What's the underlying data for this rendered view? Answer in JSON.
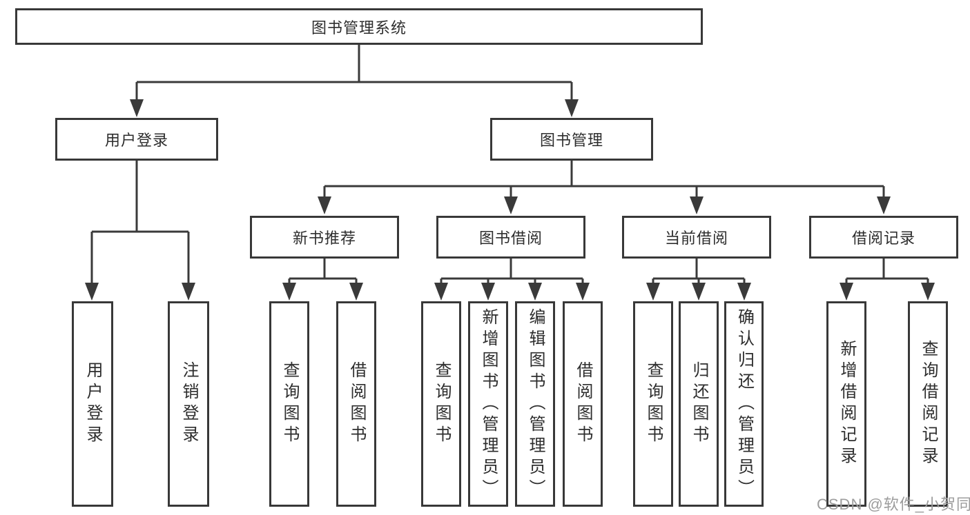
{
  "tree": {
    "root": {
      "label": "图书管理系统"
    },
    "user_login": {
      "label": "用户登录",
      "leaves": [
        {
          "label": "用户登录"
        },
        {
          "label": "注销登录"
        }
      ]
    },
    "book_management": {
      "label": "图书管理",
      "sections": [
        {
          "label": "新书推荐",
          "leaves": [
            {
              "label": "查询图书"
            },
            {
              "label": "借阅图书"
            }
          ]
        },
        {
          "label": "图书借阅",
          "leaves": [
            {
              "label": "查询图书"
            },
            {
              "label": "新增图书（管理员）"
            },
            {
              "label": "编辑图书（管理员）"
            },
            {
              "label": "借阅图书"
            }
          ]
        },
        {
          "label": "当前借阅",
          "leaves": [
            {
              "label": "查询图书"
            },
            {
              "label": "归还图书"
            },
            {
              "label": "确认归还（管理员）"
            }
          ]
        },
        {
          "label": "借阅记录",
          "leaves": [
            {
              "label": "新增借阅记录"
            },
            {
              "label": "查询借阅记录"
            }
          ]
        }
      ]
    }
  },
  "watermark": "CSDN @软件_小贺同学",
  "colors": {
    "line": "#3a3a3a",
    "border": "#383838",
    "text": "#2d2d2d",
    "watermark": "#9c9c9c",
    "background": "#ffffff"
  }
}
